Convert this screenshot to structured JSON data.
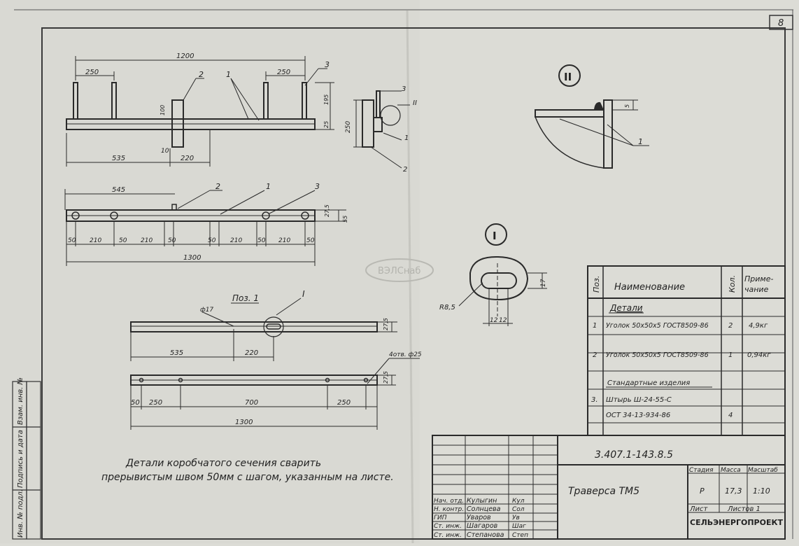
{
  "sheet_number": "8",
  "watermark": "ВЭЛСнаб",
  "side_stamp": [
    "Инв. № подл.",
    "Подпись и дата",
    "Взам. инв. №"
  ],
  "view_front": {
    "dim_total": "1200",
    "dim_left": "250",
    "dim_right": "250",
    "dim_height_100": "100",
    "dim_height_195": "195",
    "dim_height_25": "25",
    "dim_10": "10",
    "dim_bottom_535": "535",
    "dim_bottom_220": "220",
    "pos_2": "2",
    "pos_1": "1",
    "pos_3": "3"
  },
  "view_side": {
    "dim_250": "250",
    "pos_3": "3",
    "pos_1": "1",
    "pos_2": "2",
    "detail_mark": "II"
  },
  "view_plan": {
    "dim_545": "545",
    "pos_2": "2",
    "pos_1": "1",
    "pos_3": "3",
    "dim_right_a": "27,5",
    "dim_right_b": "55",
    "spacings": [
      "50",
      "210",
      "50",
      "210",
      "50",
      "50",
      "210",
      "50",
      "210",
      "50"
    ],
    "dim_total": "1300"
  },
  "detail_II": {
    "mark": "II",
    "dim_5": "5",
    "pos_1": "1"
  },
  "detail_I": {
    "mark": "I",
    "r": "R8,5",
    "dim_17": "17",
    "dim_12a": "12",
    "dim_12b": "12"
  },
  "pos1_title": "Поз. 1",
  "pos1_detail_mark": "I",
  "pos1_top": {
    "hole_label": "ф17",
    "dim_535": "535",
    "dim_220": "220",
    "dim_right": "27,5"
  },
  "pos1_bottom": {
    "hole_label": "4отв. ф25",
    "dim_right": "27,5",
    "dims": [
      "50",
      "250",
      "700",
      "250"
    ],
    "dim_total": "1300"
  },
  "note_line1": "Детали коробчатого сечения сварить",
  "note_line2": "прерывистым швом 50мм с шагом, указанным на листе.",
  "spec": {
    "headers": [
      "Поз.",
      "Наименование",
      "Кол.",
      "Приме-чание"
    ],
    "section_details": "Детали",
    "rows": [
      {
        "pos": "1",
        "name": "Уголок 50х50х5 ГОСТ8509-86",
        "qty": "2",
        "note": "4,9кг"
      },
      {
        "pos": "2",
        "name": "Уголок 50х50х5 ГОСТ8509-86",
        "qty": "1",
        "note": "0,94кг"
      }
    ],
    "section_standard": "Стандартные изделия",
    "std_pos": "3.",
    "std_name1": "Штырь Ш-24-55-С",
    "std_name2": "ОСТ 34-13-934-86",
    "std_qty": "4"
  },
  "title_block": {
    "doc_code": "3.407.1-143.8.5",
    "title": "Траверса  ТМ5",
    "stage_label": "Стадия",
    "mass_label": "Масса",
    "scale_label": "Масштаб",
    "stage": "Р",
    "mass": "17,3",
    "scale": "1:10",
    "sheet_label": "Лист",
    "sheets_label": "Листов 1",
    "company": "СЕЛЬЭНЕРГОПРОЕКТ",
    "roles": [
      {
        "role": "Нач. отд.",
        "name": "Кулыгин",
        "sign": "Кул"
      },
      {
        "role": "Н. контр.",
        "name": "Солнцева",
        "sign": "Сол"
      },
      {
        "role": "ГИП",
        "name": "Уваров",
        "sign": "Ув"
      },
      {
        "role": "Ст. инж.",
        "name": "Шагаров",
        "sign": "Шаг"
      },
      {
        "role": "Ст. инж.",
        "name": "Степанова",
        "sign": "Степ"
      }
    ]
  }
}
